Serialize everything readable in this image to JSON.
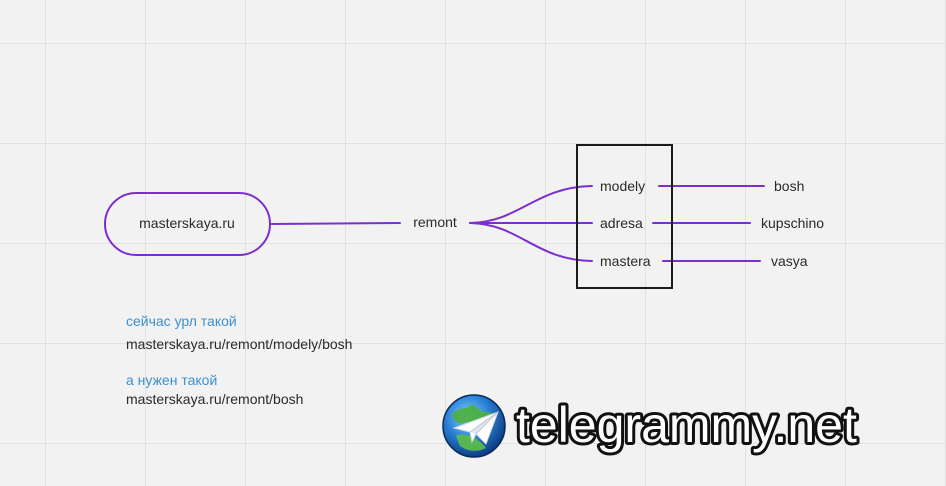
{
  "diagram": {
    "root": "masterskaya.ru",
    "hub": "remont",
    "group": [
      "modely",
      "adresa",
      "mastera"
    ],
    "leaves": [
      "bosh",
      "kupschino",
      "vasya"
    ]
  },
  "notes": {
    "current_label": "сейчас урл такой",
    "current_url": "masterskaya.ru/remont/modely/bosh",
    "needed_label": "а нужен такой",
    "needed_url": "masterskaya.ru/remont/bosh"
  },
  "watermark": "telegrammy.net",
  "colors": {
    "connector": "#7b2fd1",
    "pill_border": "#7b2fd1",
    "box_border": "#1a1a1a",
    "note_label": "#3d8fd0",
    "background": "#f2f2f2"
  }
}
